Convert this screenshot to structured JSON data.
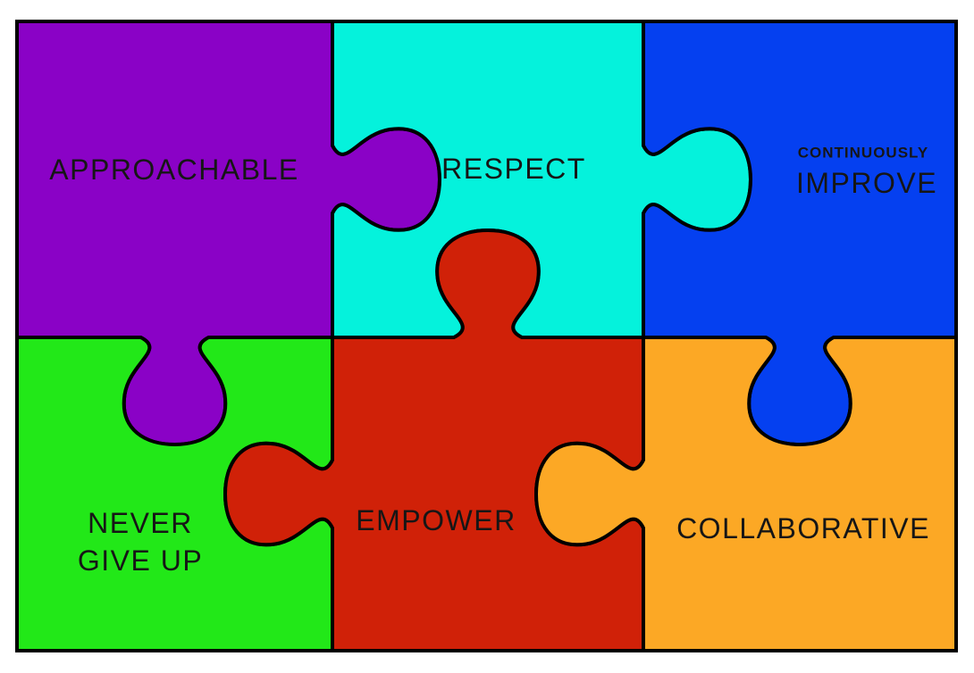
{
  "pieces": [
    {
      "id": "approachable",
      "label": "APPROACHABLE",
      "color": "#8A02C6"
    },
    {
      "id": "respect",
      "label": "RESPECT",
      "color": "#05F2DC"
    },
    {
      "id": "continuously-improve",
      "label_small": "CONTINUOUSLY",
      "label": "IMPROVE",
      "color": "#0540F0"
    },
    {
      "id": "never-give-up",
      "label": "NEVER",
      "label2": "GIVE UP",
      "color": "#22E818"
    },
    {
      "id": "empower",
      "label": "EMPOWER",
      "color": "#D02108"
    },
    {
      "id": "collaborative",
      "label": "COLLABORATIVE",
      "color": "#FCA825"
    }
  ],
  "theme": {
    "outline_color": "#000000",
    "background_color": "#FFFFFF",
    "text_color": "#161616"
  }
}
